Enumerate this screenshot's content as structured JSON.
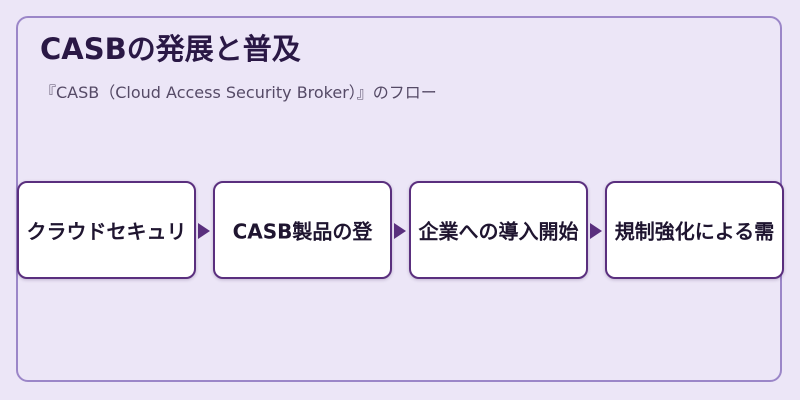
{
  "title": "CASBの発展と普及",
  "subtitle": "『CASB（Cloud Access Security Broker）』のフロー",
  "steps": [
    {
      "label": "クラウドセキュリ"
    },
    {
      "label": "CASB製品の登"
    },
    {
      "label": "企業への導入開始"
    },
    {
      "label": "規制強化による需"
    }
  ],
  "colors": {
    "background": "#ece6f7",
    "frame_border": "#9b86c8",
    "box_border": "#5a2f7e",
    "arrow": "#5a2f7e",
    "title_text": "#2a1845"
  }
}
